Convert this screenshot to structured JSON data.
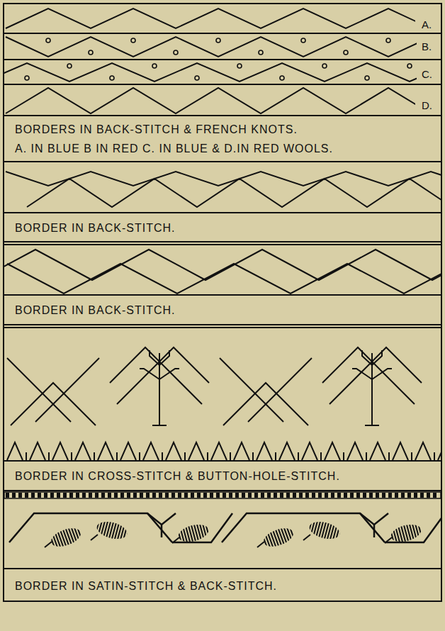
{
  "diagram": {
    "nodes": [
      {
        "text": [
          "BORDERS IN BACK-STITCH & FRENCH KNOTS.",
          "A. IN BLUE B IN RED C. IN BLUE & D.IN RED WOOLS."
        ]
      },
      {
        "text": [
          "BORDER IN BACK-STITCH."
        ]
      },
      {
        "text": [
          "BORDER IN BACK-STITCH."
        ]
      },
      {
        "text": [
          "BORDER IN CROSS-STITCH & BUTTON-HOLE-STITCH."
        ]
      },
      {
        "text": [
          "BORDER IN SATIN-STITCH & BACK-STITCH."
        ]
      }
    ],
    "labels": [
      "A.",
      "B.",
      "C.",
      "D."
    ]
  }
}
